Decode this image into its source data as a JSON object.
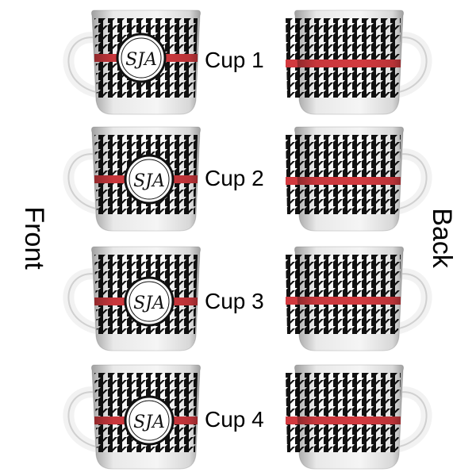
{
  "labels": {
    "front": "Front",
    "back": "Back"
  },
  "cups": [
    {
      "label": "Cup 1",
      "monogram": "SJA"
    },
    {
      "label": "Cup 2",
      "monogram": "SJA"
    },
    {
      "label": "Cup 3",
      "monogram": "SJA"
    },
    {
      "label": "Cup 4",
      "monogram": "SJA"
    }
  ],
  "colors": {
    "stripe": "#d23a3f",
    "houndstooth_dark": "#111111",
    "houndstooth_light": "#ffffff",
    "mug": "#f7f7f7"
  },
  "pattern": "houndstooth",
  "icon": "espresso-cup-icon"
}
